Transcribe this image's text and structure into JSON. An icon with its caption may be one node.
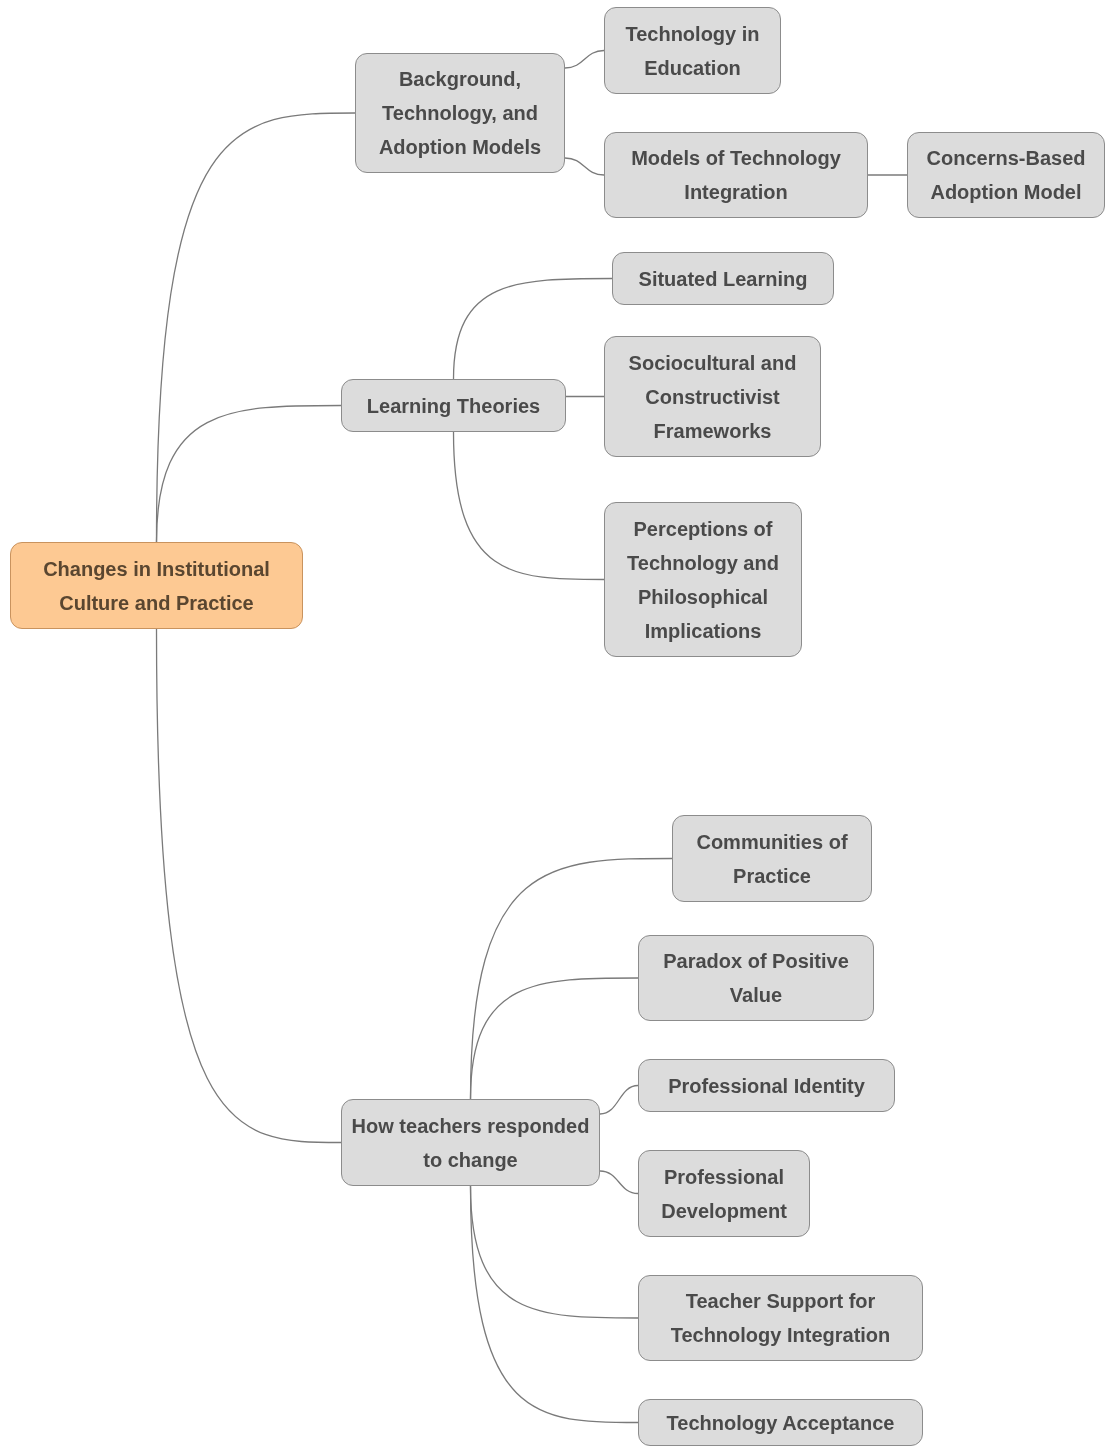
{
  "diagram": {
    "nodes": [
      {
        "text": [
          "Changes in Institutional Culture and Practice"
        ]
      },
      {
        "text": [
          "Background, Technology, and Adoption Models"
        ]
      },
      {
        "text": [
          "Technology in Education"
        ]
      },
      {
        "text": [
          "Models of Technology Integration"
        ]
      },
      {
        "text": [
          "Concerns-Based Adoption Model"
        ]
      },
      {
        "text": [
          "Learning Theories"
        ]
      },
      {
        "text": [
          "Situated Learning"
        ]
      },
      {
        "text": [
          "Sociocultural and Constructivist Frameworks"
        ]
      },
      {
        "text": [
          "Perceptions of Technology and Philosophical Implications"
        ]
      },
      {
        "text": [
          "How teachers responded to change"
        ]
      },
      {
        "text": [
          "Communities of Practice"
        ]
      },
      {
        "text": [
          "Paradox of Positive Value"
        ]
      },
      {
        "text": [
          "Professional Identity"
        ]
      },
      {
        "text": [
          "Professional Development"
        ]
      },
      {
        "text": [
          "Teacher Support for Technology Integration"
        ]
      },
      {
        "text": [
          "Technology Acceptance"
        ]
      }
    ],
    "edges": [
      {
        "from": 0,
        "to": 1,
        "arrow": "none"
      },
      {
        "from": 0,
        "to": 5,
        "arrow": "none"
      },
      {
        "from": 0,
        "to": 9,
        "arrow": "none"
      },
      {
        "from": 1,
        "to": 2,
        "arrow": "none"
      },
      {
        "from": 1,
        "to": 3,
        "arrow": "none"
      },
      {
        "from": 3,
        "to": 4,
        "arrow": "none"
      },
      {
        "from": 5,
        "to": 6,
        "arrow": "none"
      },
      {
        "from": 5,
        "to": 7,
        "arrow": "none"
      },
      {
        "from": 5,
        "to": 8,
        "arrow": "none"
      },
      {
        "from": 9,
        "to": 10,
        "arrow": "none"
      },
      {
        "from": 9,
        "to": 11,
        "arrow": "none"
      },
      {
        "from": 9,
        "to": 12,
        "arrow": "none"
      },
      {
        "from": 9,
        "to": 13,
        "arrow": "none"
      },
      {
        "from": 9,
        "to": 14,
        "arrow": "none"
      },
      {
        "from": 9,
        "to": 15,
        "arrow": "none"
      }
    ]
  }
}
